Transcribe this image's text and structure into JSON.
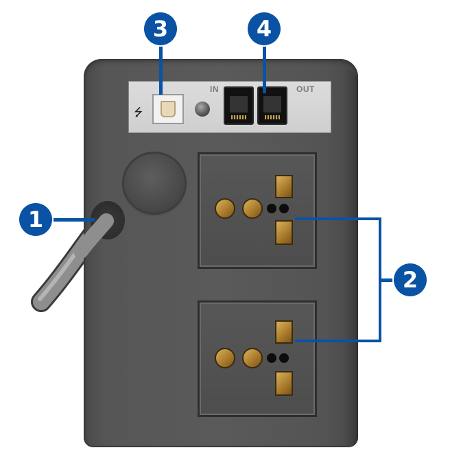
{
  "callouts": {
    "one": "1",
    "two": "2",
    "three": "3",
    "four": "4"
  },
  "ports": {
    "in_label": "IN",
    "out_label": "OUT",
    "usb_symbol": "⭍"
  },
  "icons": {
    "usb": "usb-icon",
    "ground": "ground-screw-icon"
  },
  "colors": {
    "callout_blue": "#0a52a3",
    "body_gray": "#555555",
    "brass": "#c9a044"
  }
}
